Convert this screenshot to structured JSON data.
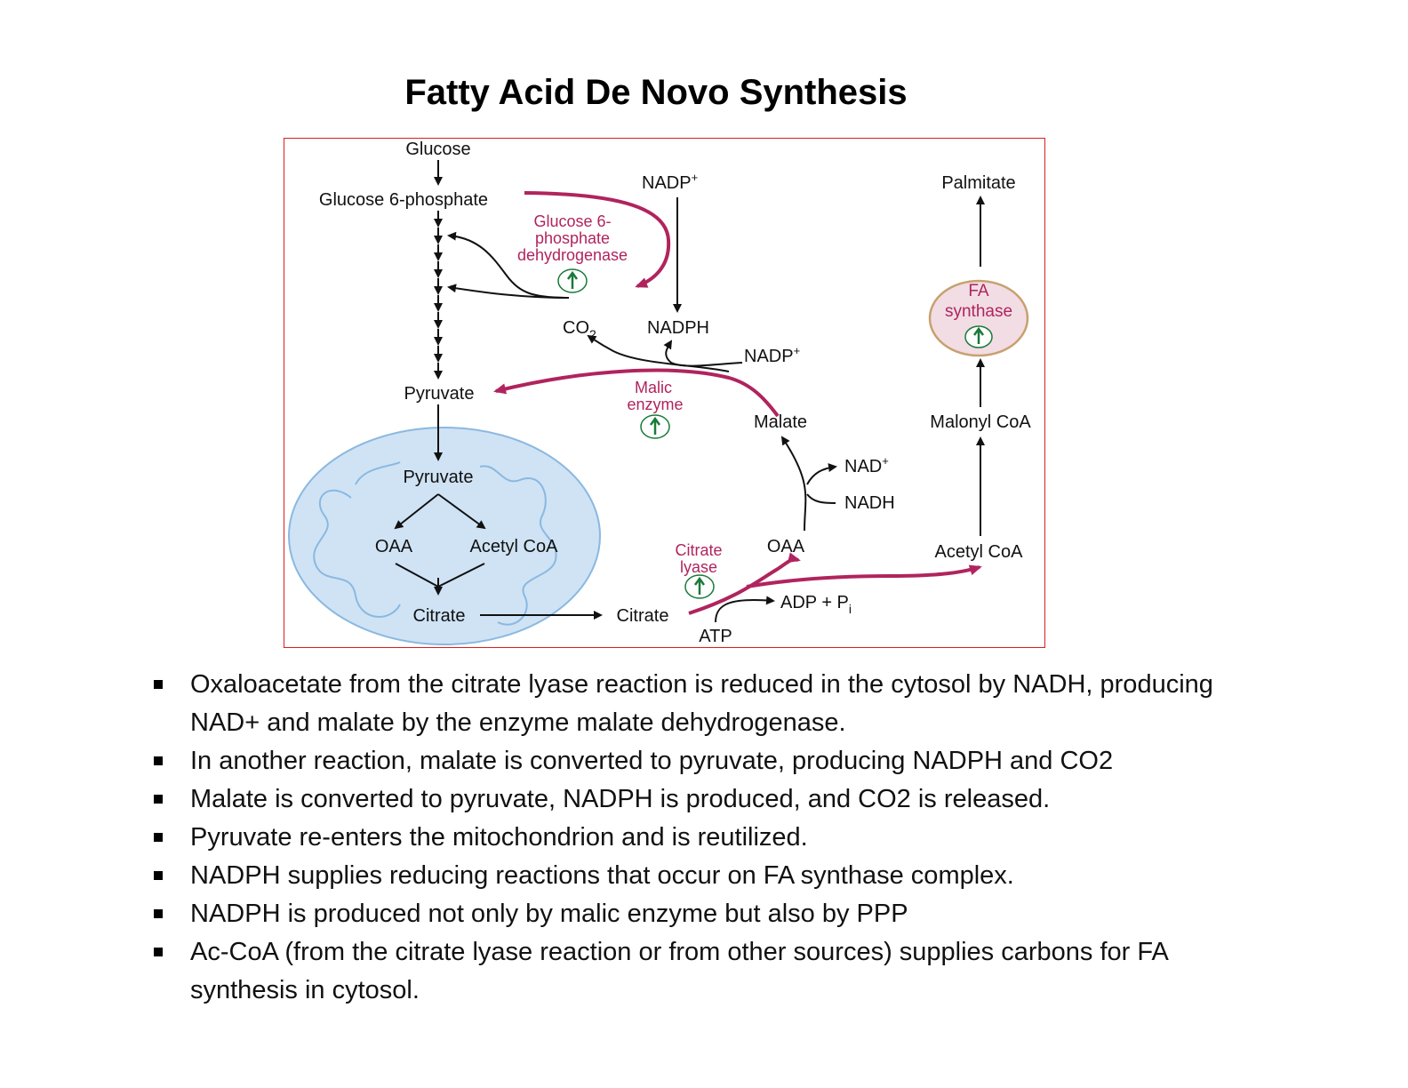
{
  "title": "Fatty Acid De Novo Synthesis",
  "diagram": {
    "glucose": "Glucose",
    "g6p": "Glucose 6-phosphate",
    "g6pd_enzyme": [
      "Glucose 6-",
      "phosphate",
      "dehydrogenase"
    ],
    "nadp_top": "NADP",
    "nadph_top": "NADPH",
    "co2": "CO",
    "co2_sub": "2",
    "nadp_mid": "NADP",
    "palmitate": "Palmitate",
    "fa_synthase": [
      "FA",
      "synthase"
    ],
    "pyruvate_cyto": "Pyruvate",
    "malic_enzyme": [
      "Malic",
      "enzyme"
    ],
    "malate": "Malate",
    "malonyl_coa": "Malonyl CoA",
    "pyruvate_mito": "Pyruvate",
    "oaa_mito": "OAA",
    "acetyl_coa_mito": "Acetyl CoA",
    "citrate_mito": "Citrate",
    "nad_plus": "NAD",
    "nadh": "NADH",
    "citrate_lyase": [
      "Citrate",
      "lyase"
    ],
    "oaa_cyto": "OAA",
    "acetyl_coa_cyto": "Acetyl CoA",
    "citrate_cyto": "Citrate",
    "adp_pi": "ADP + P",
    "pi_sub": "i",
    "atp": "ATP",
    "plus": "+",
    "colors": {
      "enzyme": "#b0245e",
      "up_arrow": "#1a7a3a",
      "mito_fill": "#cfe3f5",
      "mito_stroke": "#8ab8e0",
      "fa_circle": "#f1dde3",
      "box_border": "#d62020"
    }
  },
  "bullets": [
    "Oxaloacetate from the citrate lyase reaction is reduced in the cytosol by NADH, producing NAD+ and malate by the enzyme malate dehydrogenase.",
    "In another reaction, malate is converted to pyruvate, producing NADPH and CO2",
    "Malate is converted to pyruvate, NADPH is produced, and CO2 is released.",
    "Pyruvate re-enters the mitochondrion and is reutilized.",
    "NADPH supplies reducing reactions that occur on FA synthase complex.",
    "NADPH is produced not only by malic enzyme but also by PPP",
    "Ac-CoA (from the citrate lyase reaction or from other sources) supplies carbons for FA synthesis in cytosol."
  ]
}
